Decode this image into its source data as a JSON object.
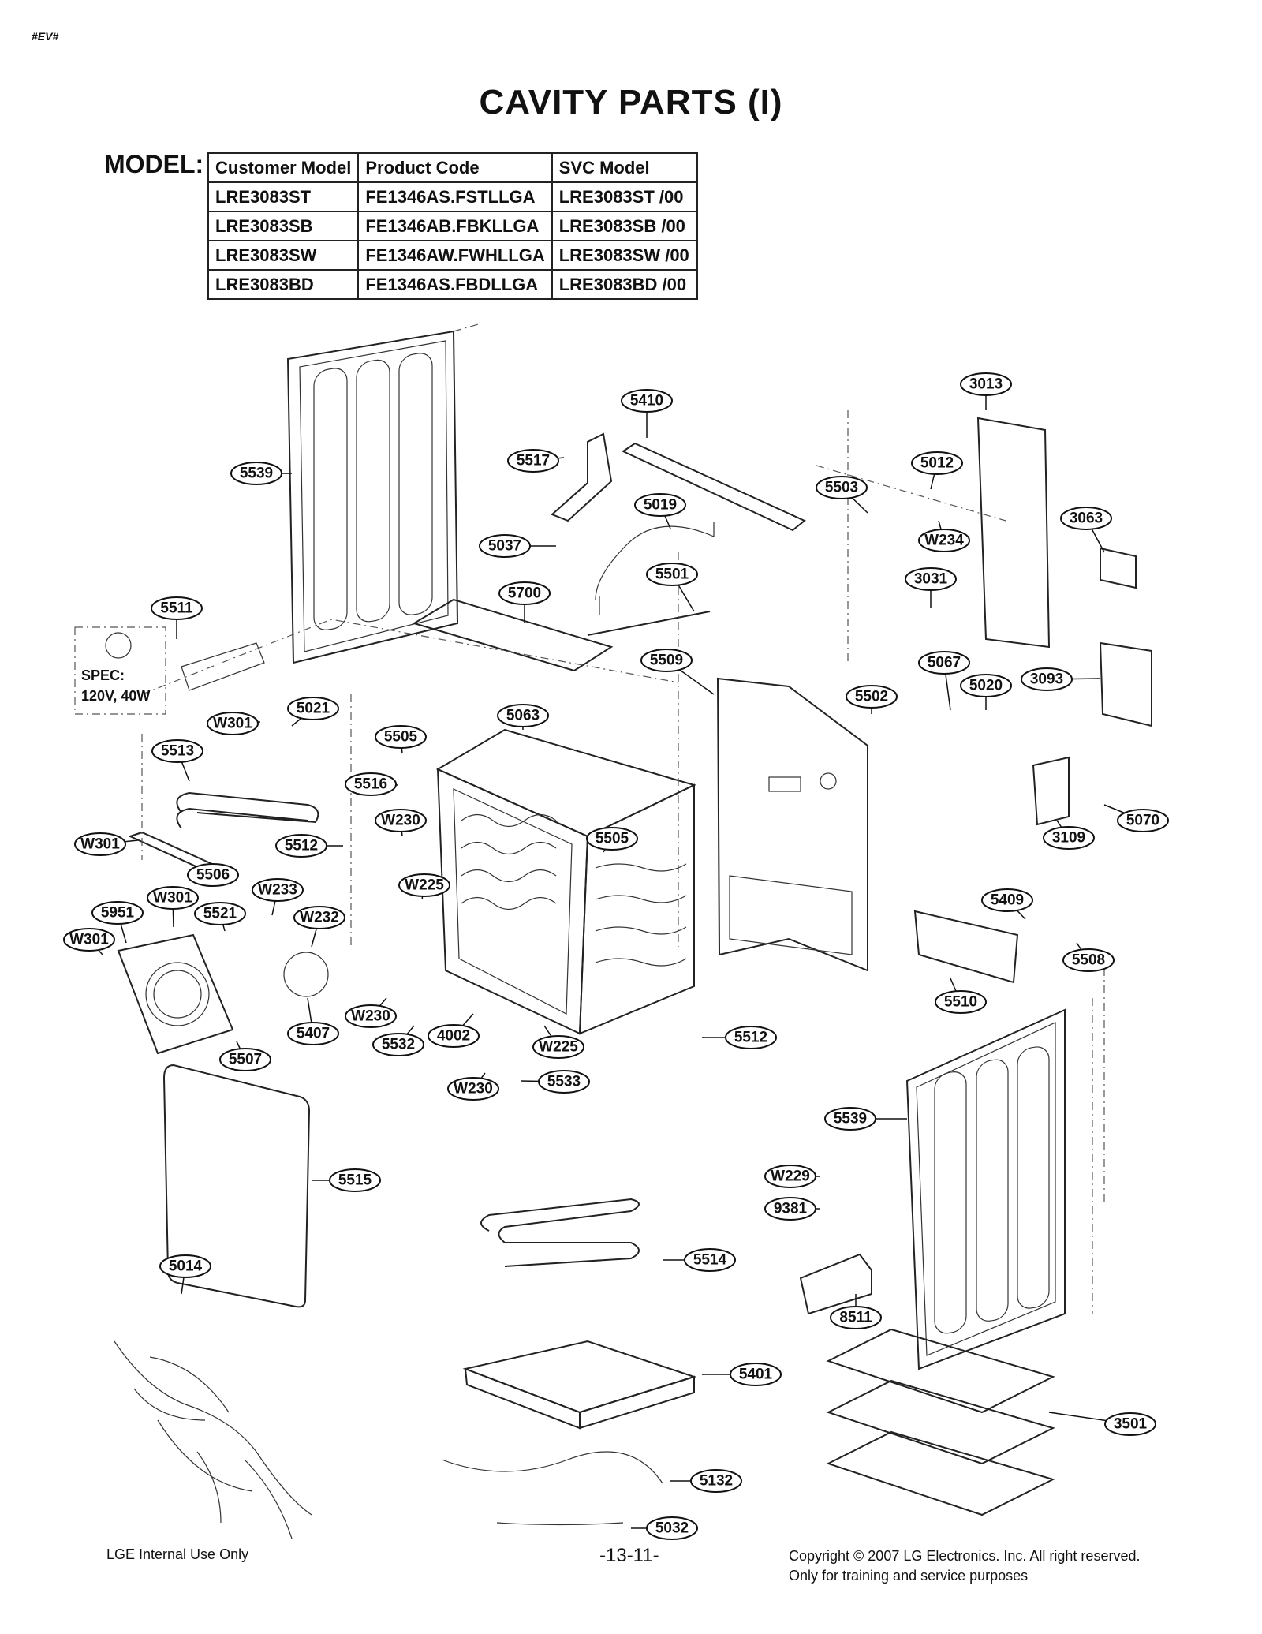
{
  "header": {
    "tag": "#EV#",
    "title": "CAVITY PARTS (I)"
  },
  "model": {
    "label": "MODEL:",
    "columns": [
      "Customer Model",
      "Product Code",
      "SVC Model"
    ],
    "rows": [
      [
        "LRE3083ST",
        "FE1346AS.FSTLLGA",
        "LRE3083ST /00"
      ],
      [
        "LRE3083SB",
        "FE1346AB.FBKLLGA",
        "LRE3083SB /00"
      ],
      [
        "LRE3083SW",
        "FE1346AW.FWHLLGA",
        "LRE3083SW /00"
      ],
      [
        "LRE3083BD",
        "FE1346AS.FBDLLGA",
        "LRE3083BD /00"
      ]
    ]
  },
  "spec": {
    "line1": "SPEC:",
    "line2": "120V, 40W"
  },
  "callouts": [
    "5539",
    "5410",
    "3013",
    "5517",
    "5012",
    "5503",
    "5019",
    "3063",
    "5037",
    "W234",
    "5501",
    "3031",
    "5700",
    "5511",
    "5509",
    "5067",
    "5020",
    "3093",
    "5502",
    "W301",
    "5021",
    "5063",
    "5505",
    "5513",
    "5516",
    "W230",
    "5070",
    "3109",
    "W301",
    "5512",
    "5505",
    "5506",
    "W225",
    "5409",
    "W301",
    "W233",
    "5951",
    "5521",
    "W232",
    "5508",
    "W301",
    "5510",
    "W230",
    "5407",
    "5532",
    "4002",
    "W225",
    "5512",
    "5507",
    "W230",
    "5533",
    "5539",
    "5515",
    "W229",
    "9381",
    "5514",
    "5014",
    "8511",
    "5401",
    "3501",
    "5132",
    "5032"
  ],
  "footer": {
    "left": "LGE Internal Use Only",
    "page": "-13-11-",
    "copyright": "Copyright © 2007 LG Electronics. Inc. All right reserved.",
    "training": "Only for training and service purposes"
  }
}
